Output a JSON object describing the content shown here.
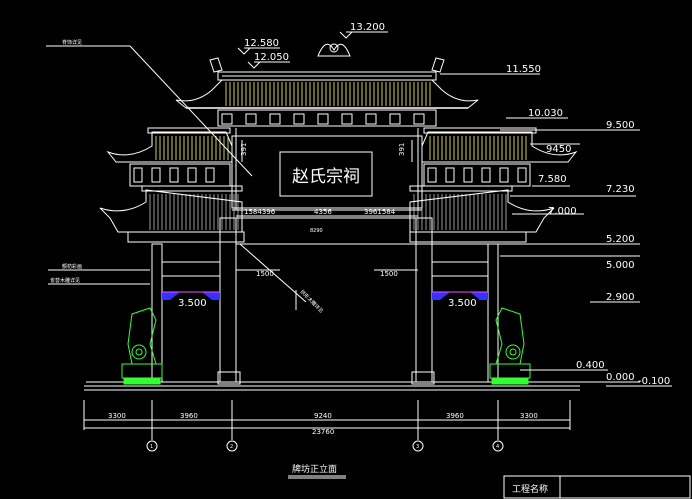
{
  "drawing": {
    "plaque_text": "赵氏宗祠",
    "title": "牌坊正立面",
    "title_block_label": "工程名称"
  },
  "elevations": {
    "e13200": "13.200",
    "e12580": "12.580",
    "e12050": "12.050",
    "e11550": "11.550",
    "e10030": "10.030",
    "e9500": "9.500",
    "e9450": "9450",
    "e7580": "7.580",
    "e7230": "7.230",
    "e7000": "7.000",
    "e5200": "5.200",
    "e5000": "5.000",
    "e2900": "2.900",
    "e0400": "0.400",
    "e0000": "0.000",
    "em0100": "-0.100"
  },
  "dimensions": {
    "bottom_segments": [
      "3300",
      "3960",
      "9240",
      "3960",
      "3300"
    ],
    "bottom_total": "23760",
    "upper_segments": [
      "1584396",
      "4356",
      "3961584"
    ],
    "inner_1500_left": "1500",
    "inner_1500_right": "1500",
    "span_3500_left": "3.500",
    "span_3500_right": "3.500",
    "vertical_left": "391",
    "vertical_right": "391",
    "small_note": "8290"
  },
  "axes": [
    "1",
    "2",
    "3",
    "4"
  ],
  "notes": {
    "ridge_note": "脊饰详见",
    "beam_note_1": "额枋彩画",
    "beam_note_2": "雀替木雕详见",
    "arch_note": "拱形木雕详见"
  }
}
